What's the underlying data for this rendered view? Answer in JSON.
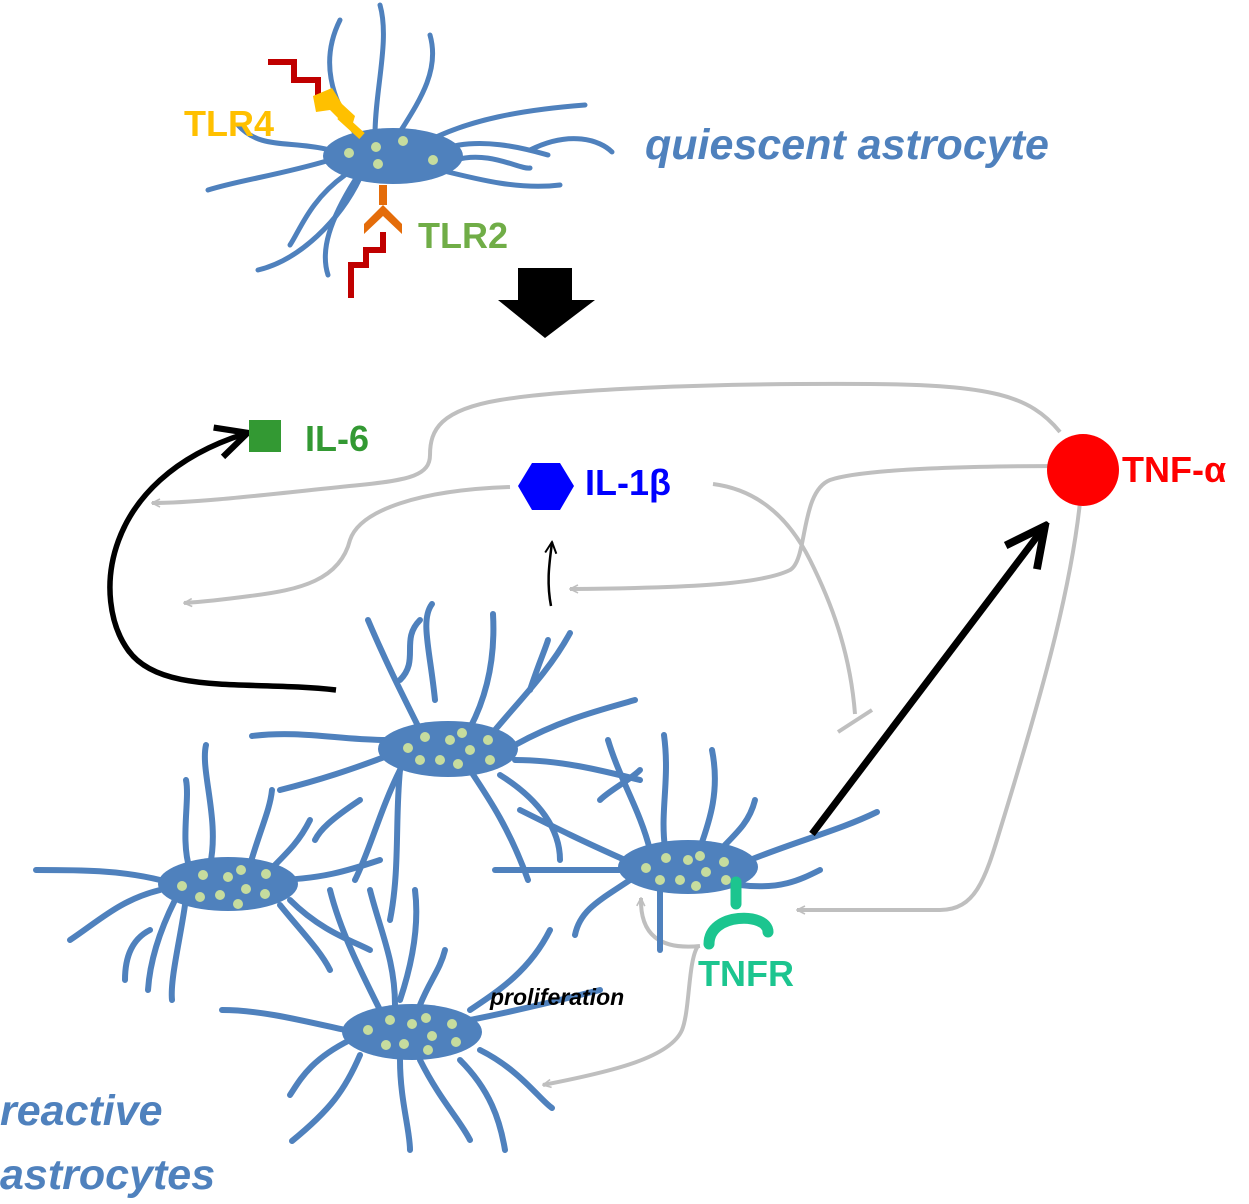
{
  "quiescent": {
    "label": "quiescent astrocyte",
    "tlr4": "TLR4",
    "tlr2": "TLR2"
  },
  "mediators": {
    "il6": "IL-6",
    "il1b": "IL-1β",
    "tnfa": "TNF-α"
  },
  "reactive": {
    "tnfr": "TNFR",
    "proliferation": "proliferation",
    "label_line1": "reactive",
    "label_line2": "astrocytes"
  },
  "colors": {
    "astrocyte": "#4f81bd",
    "nucleus_dot": "#c6dc9e",
    "ligand": "#c00000",
    "tlr4": "#ffc000",
    "tlr2_receptor": "#e46c0a",
    "tlr2_label": "#70ad47",
    "il6": "#339933",
    "il1b": "#0000ff",
    "tnfa": "#ff0000",
    "tnfr": "#1cc58f",
    "feedback_arrow": "#bfbfbf",
    "main_arrow": "#000000"
  }
}
